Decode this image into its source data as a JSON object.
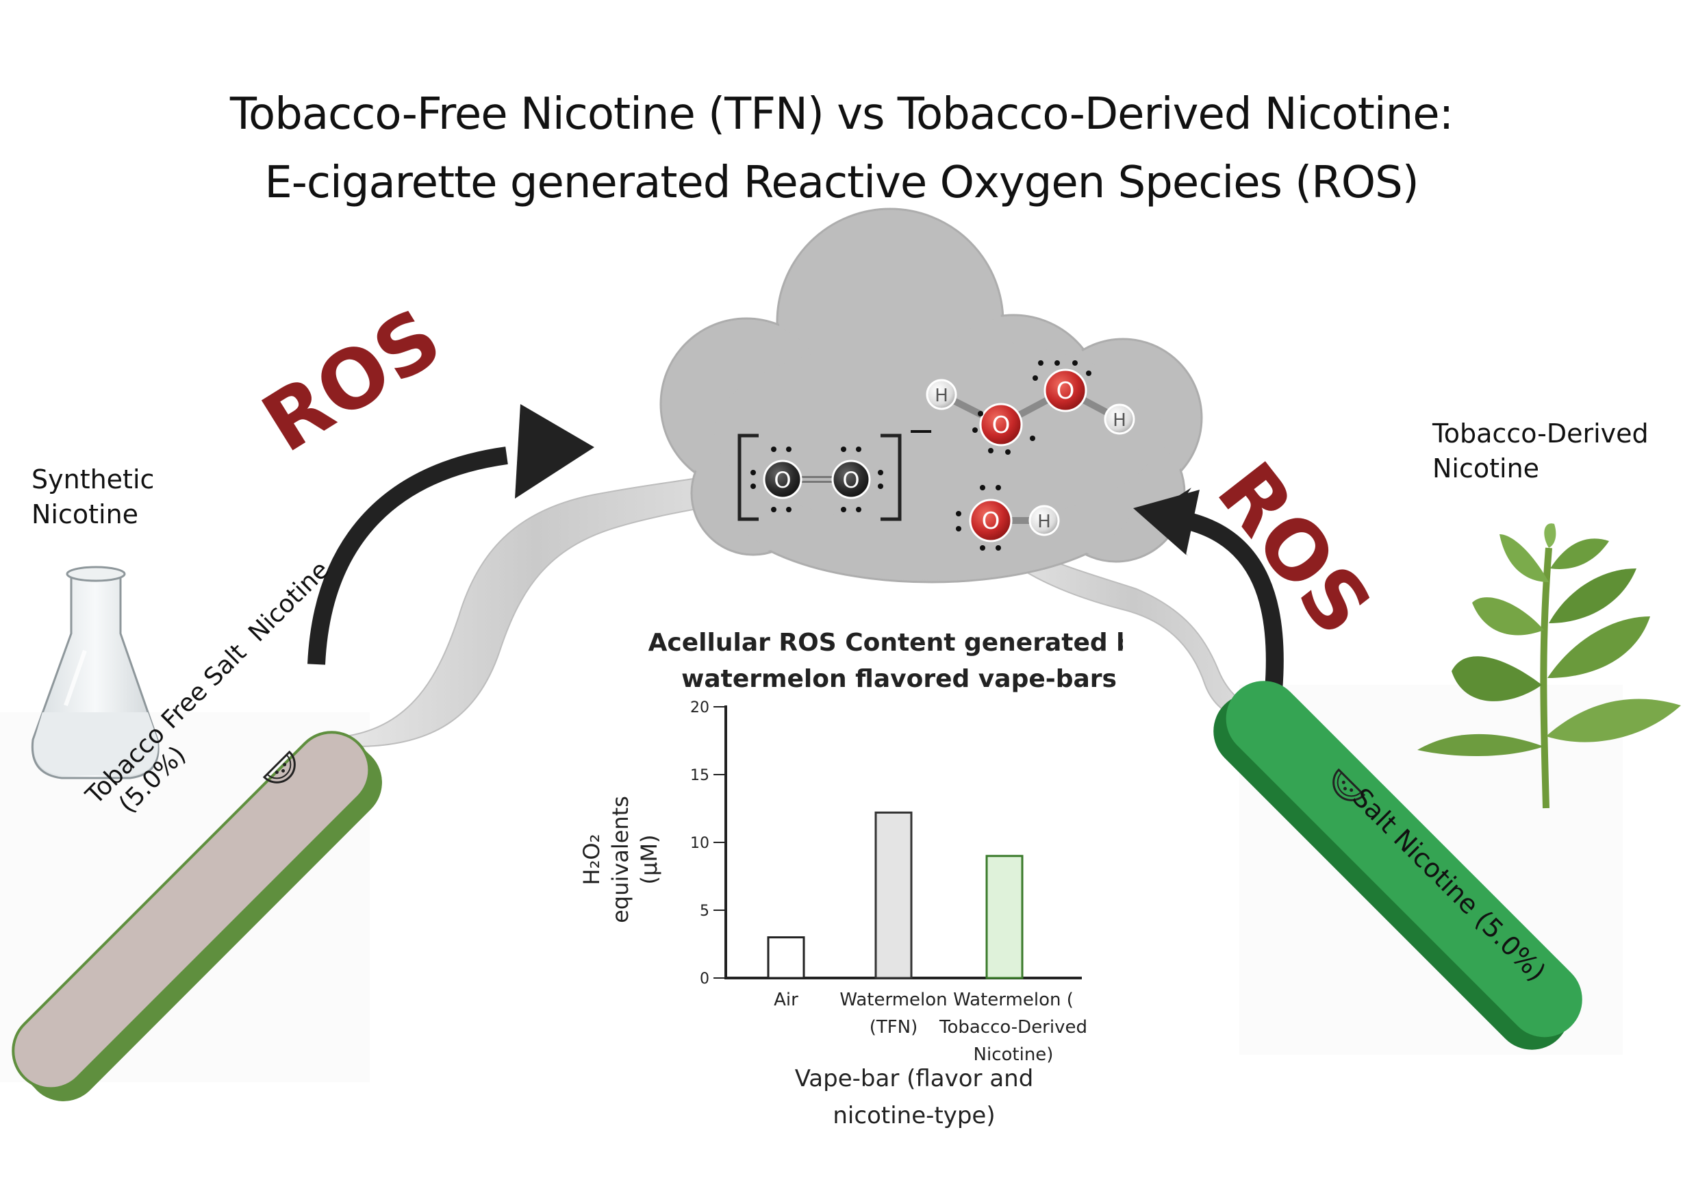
{
  "title": {
    "line1": "Tobacco-Free Nicotine (TFN) vs Tobacco-Derived Nicotine:",
    "line2": "E-cigarette generated Reactive Oxygen Species (ROS)"
  },
  "left": {
    "source_line1": "Synthetic",
    "source_line2": "Nicotine",
    "ros_label": "ROS",
    "device_line1": "Tobacco Free Salt  Nicotine",
    "device_line2": "(5.0%)"
  },
  "right": {
    "source_line1": "Tobacco-Derived",
    "source_line2": "Nicotine",
    "ros_label": "ROS",
    "device_label": "Salt Nicotine (5.0%)"
  },
  "molecules": {
    "superoxide": {
      "atoms": [
        "O",
        "O"
      ],
      "charge": "−"
    },
    "peroxide": {
      "atoms": [
        "H",
        "O",
        "O",
        "H"
      ]
    },
    "hydroxyl": {
      "atoms": [
        "O",
        "H"
      ]
    }
  },
  "colors": {
    "ros_red": "#8e1f20",
    "oxygen_red": "#c62828",
    "cloud_grey": "#bdbdbd",
    "left_device_cap": "#c9bcb8",
    "left_device_body": "#5f8f3e",
    "right_device_body": "#2f9a4a",
    "bar_air": "#ffffff",
    "bar_tfn": "#e4e4e4",
    "bar_tdn": "#dff2da"
  },
  "chart_data": {
    "type": "bar",
    "title_line1": "Acellular ROS Content generated by",
    "title_line2": "watermelon flavored vape-bars",
    "categories": [
      [
        "Air"
      ],
      [
        "Watermelon",
        "(TFN)"
      ],
      [
        "Watermelon (",
        "Tobacco-Derived",
        "Nicotine)"
      ]
    ],
    "values": [
      3,
      12.2,
      9
    ],
    "ylabel_line1": "H₂O₂",
    "ylabel_line2": "equivalents",
    "ylabel_line3": "(μM)",
    "xlabel_line1": "Vape-bar (flavor and",
    "xlabel_line2": "nicotine-type)",
    "ylim": [
      0,
      20
    ],
    "yticks": [
      0,
      5,
      10,
      15,
      20
    ],
    "grid": false,
    "legend": "none"
  }
}
